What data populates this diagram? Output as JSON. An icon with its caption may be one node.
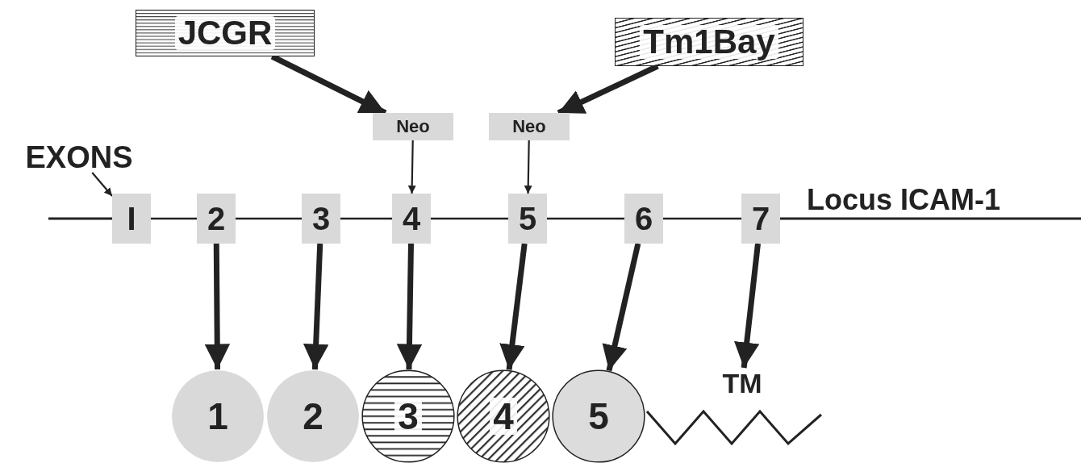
{
  "diagram": {
    "nodes": [
      {
        "text": [
          "JCGR"
        ]
      },
      {
        "text": [
          "Tm1Bay"
        ]
      },
      {
        "text": [
          "Neo"
        ]
      },
      {
        "text": [
          "Neo"
        ]
      },
      {
        "text": [
          "EXONS"
        ]
      },
      {
        "text": [
          "I"
        ]
      },
      {
        "text": [
          "2"
        ]
      },
      {
        "text": [
          "3"
        ]
      },
      {
        "text": [
          "4"
        ]
      },
      {
        "text": [
          "5"
        ]
      },
      {
        "text": [
          "6"
        ]
      },
      {
        "text": [
          "7"
        ]
      },
      {
        "text": [
          "1"
        ]
      },
      {
        "text": [
          "2"
        ]
      },
      {
        "text": [
          "3"
        ]
      },
      {
        "text": [
          "4"
        ]
      },
      {
        "text": [
          "5"
        ]
      },
      {
        "text": [
          "TM"
        ]
      }
    ],
    "edges": [
      {
        "from": 0,
        "to": 2,
        "arrow": "to",
        "style": "thick"
      },
      {
        "from": 1,
        "to": 3,
        "arrow": "to",
        "style": "thick"
      },
      {
        "from": 2,
        "to": 8,
        "arrow": "to"
      },
      {
        "from": 3,
        "to": 9,
        "arrow": "to"
      },
      {
        "from": 4,
        "to": 5,
        "arrow": "to"
      },
      {
        "from": 5,
        "to": 6,
        "arrow": "none"
      },
      {
        "from": 6,
        "to": 7,
        "arrow": "none"
      },
      {
        "from": 7,
        "to": 8,
        "arrow": "none"
      },
      {
        "from": 8,
        "to": 9,
        "arrow": "none"
      },
      {
        "from": 9,
        "to": 10,
        "arrow": "none"
      },
      {
        "from": 10,
        "to": 11,
        "arrow": "none"
      },
      {
        "from": 6,
        "to": 12,
        "arrow": "to",
        "style": "thick"
      },
      {
        "from": 7,
        "to": 13,
        "arrow": "to",
        "style": "thick"
      },
      {
        "from": 8,
        "to": 14,
        "arrow": "to",
        "style": "thick"
      },
      {
        "from": 9,
        "to": 15,
        "arrow": "to",
        "style": "thick"
      },
      {
        "from": 10,
        "to": 16,
        "arrow": "to",
        "style": "thick"
      },
      {
        "from": 11,
        "to": 17,
        "arrow": "to",
        "style": "thick"
      }
    ],
    "labels": [
      "Locus ICAM-1"
    ]
  }
}
